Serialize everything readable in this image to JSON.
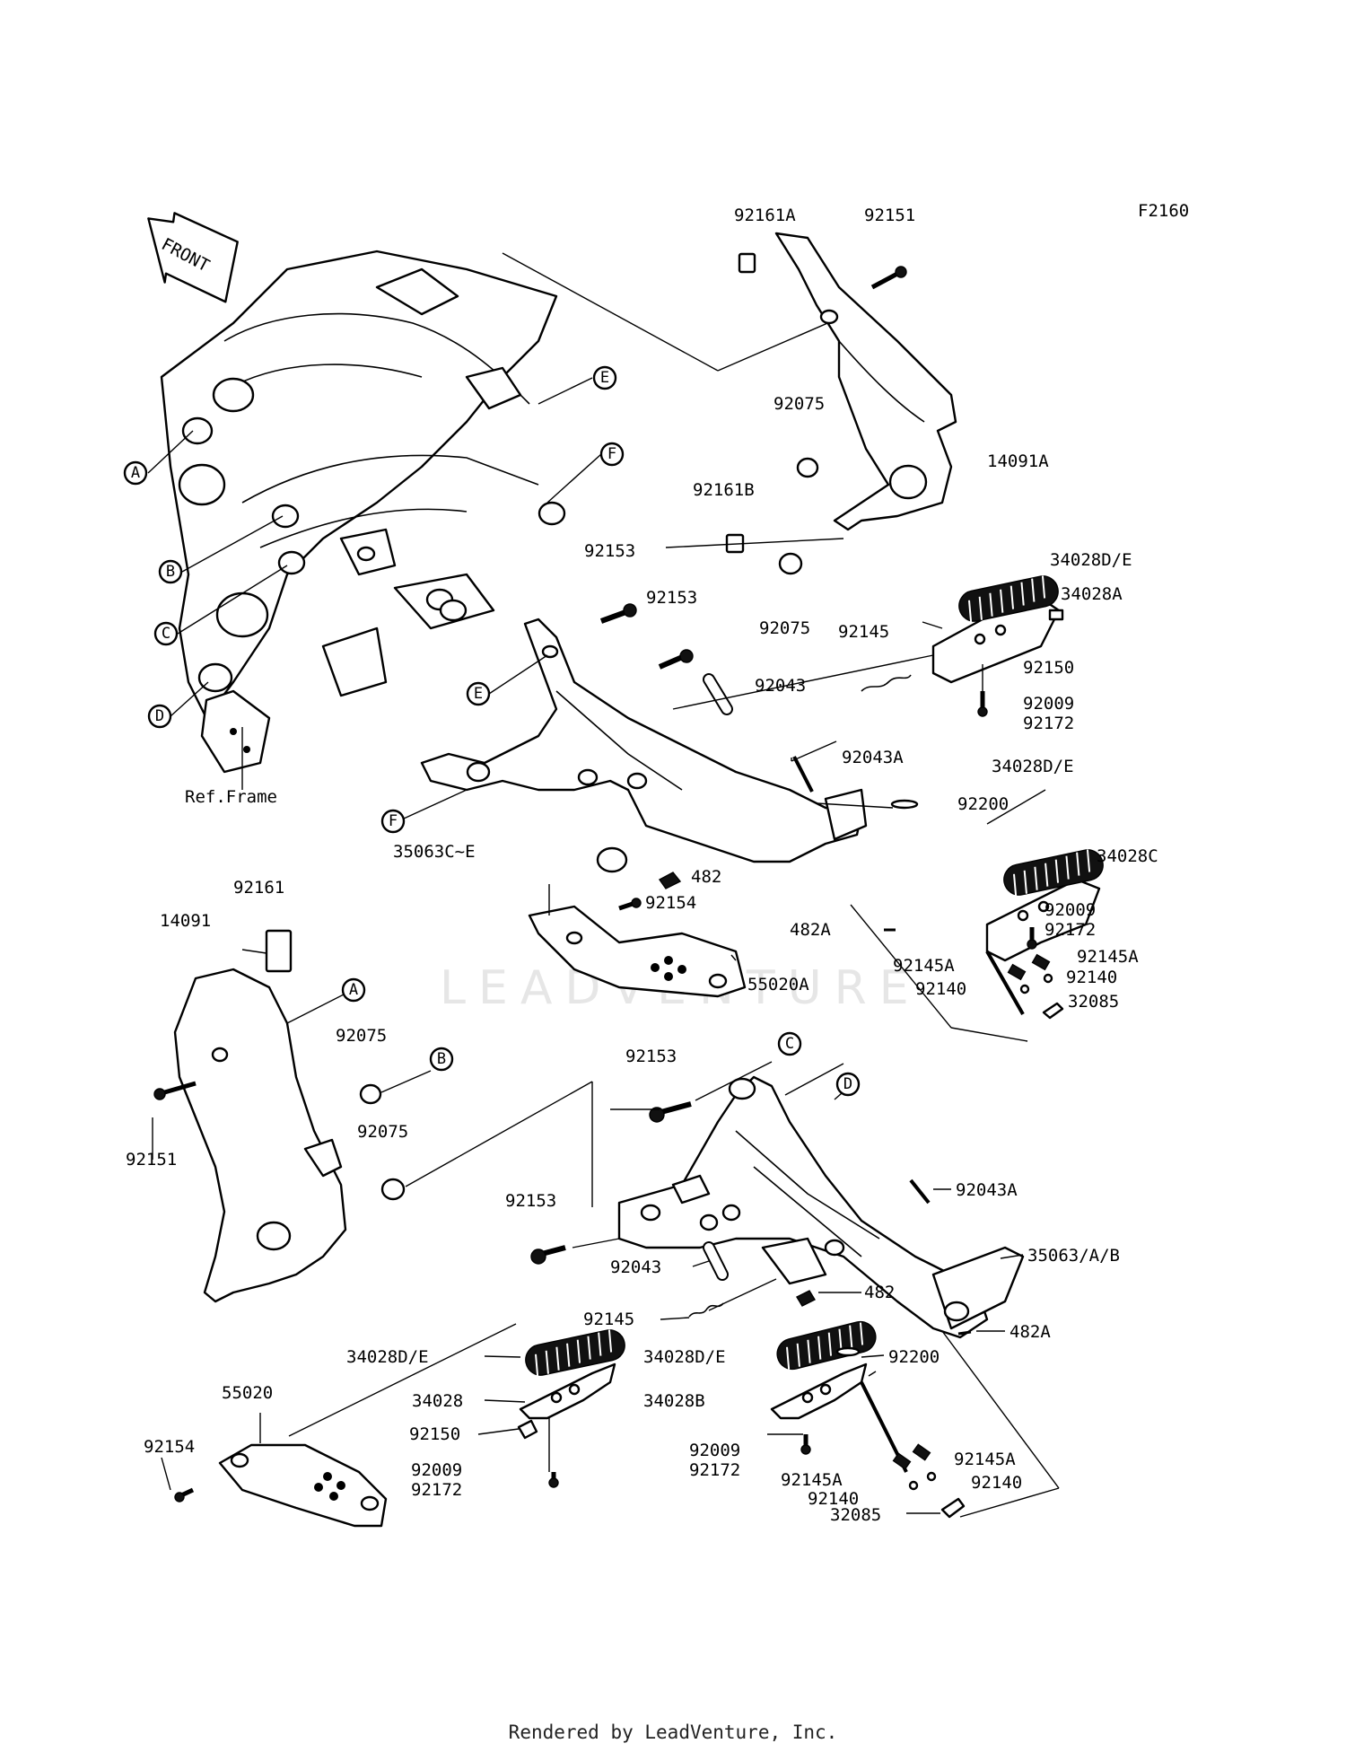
{
  "diagram": {
    "figure_code": "F2160",
    "front_arrow": "FRONT",
    "watermark": "LEADVENTURE",
    "ref_frame": "Ref.Frame",
    "callouts": [
      "A",
      "B",
      "C",
      "D",
      "E",
      "F"
    ],
    "part_labels": [
      "92161A",
      "92151",
      "14091A",
      "92075",
      "92161B",
      "92153",
      "92153",
      "92075",
      "92145",
      "92043",
      "34028D/E",
      "34028A",
      "92150",
      "92009",
      "92172",
      "92043A",
      "34028D/E",
      "92200",
      "34028C",
      "35063C~E",
      "482",
      "482A",
      "92154",
      "92009",
      "92172",
      "92145A",
      "92145A",
      "92140",
      "92140",
      "55020A",
      "32085",
      "92161",
      "14091",
      "92075",
      "92075",
      "92151",
      "92153",
      "92153",
      "92043A",
      "35063/A/B",
      "92043",
      "482",
      "92145",
      "482A",
      "34028D/E",
      "34028D/E",
      "92200",
      "34028",
      "92150",
      "34028B",
      "92009",
      "92172",
      "92009",
      "92172",
      "92145A",
      "92145A",
      "92140",
      "92140",
      "32085",
      "55020",
      "92154"
    ]
  },
  "footer": {
    "text": "Rendered by LeadVenture, Inc."
  }
}
